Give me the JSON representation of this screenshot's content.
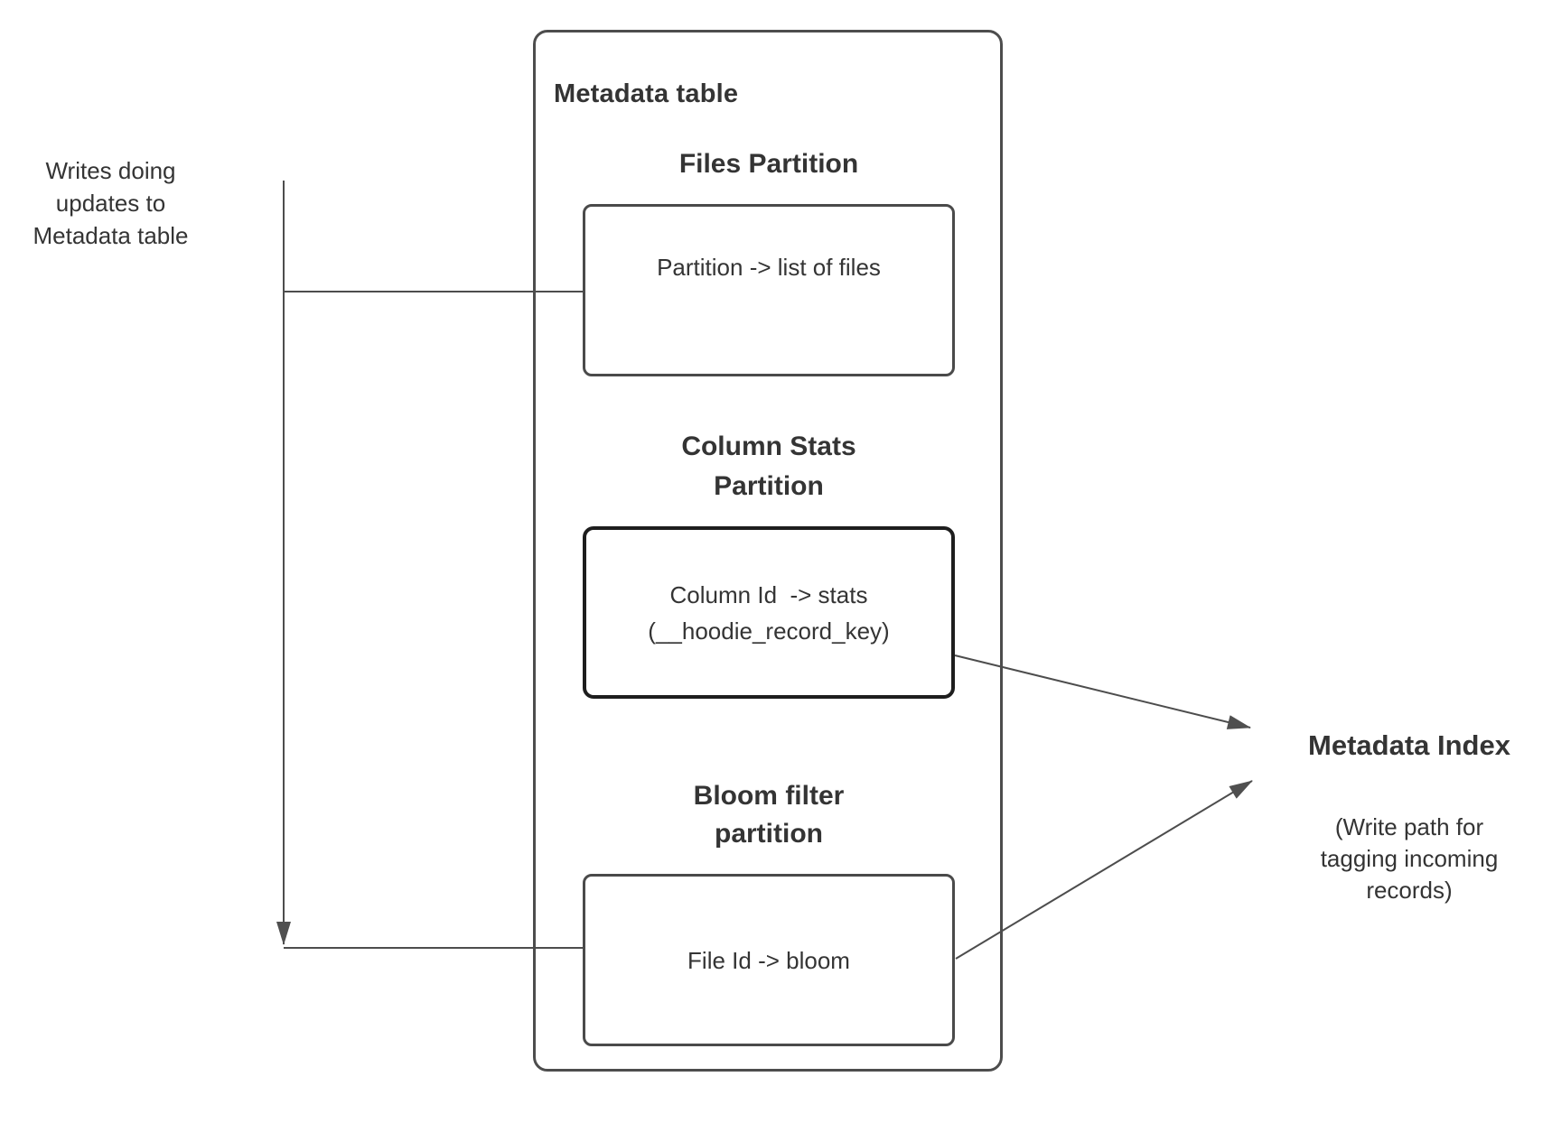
{
  "left_note": {
    "text": "Writes doing\nupdates to\nMetadata table"
  },
  "metadata_table": {
    "title": "Metadata table",
    "files_partition": {
      "heading": "Files Partition",
      "box_text": "Partition -> list of files"
    },
    "column_stats_partition": {
      "heading": "Column Stats\nPartition",
      "box_text": "Column Id  -> stats\n(__hoodie_record_key)"
    },
    "bloom_filter_partition": {
      "heading": "Bloom filter\npartition",
      "box_text": "File Id -> bloom"
    }
  },
  "metadata_index": {
    "title": "Metadata Index",
    "caption": "(Write path for\ntagging incoming\nrecords)"
  },
  "colors": {
    "line": "#4d4d4d",
    "box_border": "#4a4a4a",
    "dark_box_border": "#1e1e1e",
    "arrowhead": "#4f4f4f",
    "text": "#343434",
    "background": "#ffffff"
  }
}
